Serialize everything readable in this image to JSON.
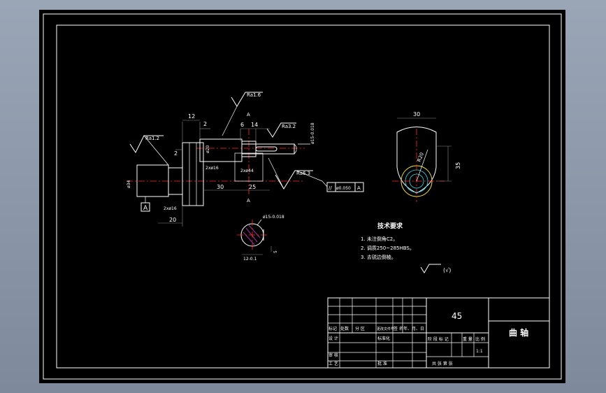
{
  "drawing": {
    "roughness": [
      "Ra1.6",
      "Ra3.2",
      "Ra1.2",
      "Ra6.3"
    ],
    "dims": {
      "d12": "12",
      "d2a": "2",
      "d2b": "2",
      "d6": "6",
      "d14": "14",
      "d30": "30",
      "d25": "25",
      "d20": "20",
      "d30r": "30",
      "d35": "35",
      "r20": "R20",
      "d12sec": "12-0.1",
      "d5sec": "5",
      "x2a": "2xø16",
      "x2b": "2xø16",
      "x2c": "2xø44",
      "phi_bore": "ø20",
      "phi_main": "ø34",
      "phi_sec": "ø15-0.018"
    },
    "datum": "A",
    "tolerance": [
      "//",
      "ø0.050",
      "A"
    ],
    "section_mark": "A",
    "tech_title": "技术要求",
    "tech_items": [
      "1. 未注倒角C2。",
      "2. 调质250~285HBS。",
      "3. 去锐边倒棱。"
    ],
    "rest_rough": "(√)"
  },
  "title_block": {
    "material": "45",
    "part_name": "曲 轴",
    "scale": "1:1",
    "row_labels": [
      "标记",
      "处数",
      "分 区",
      "更改文件号",
      "签 名",
      "年、月、日"
    ],
    "design": "设 计",
    "std": "标准化",
    "review": "审 核",
    "process": "工 艺",
    "approve": "批 准",
    "stage_labels": [
      "阶 段 标 记",
      "重 量",
      "比 例"
    ],
    "sheet_info": "共  张  第  张"
  }
}
